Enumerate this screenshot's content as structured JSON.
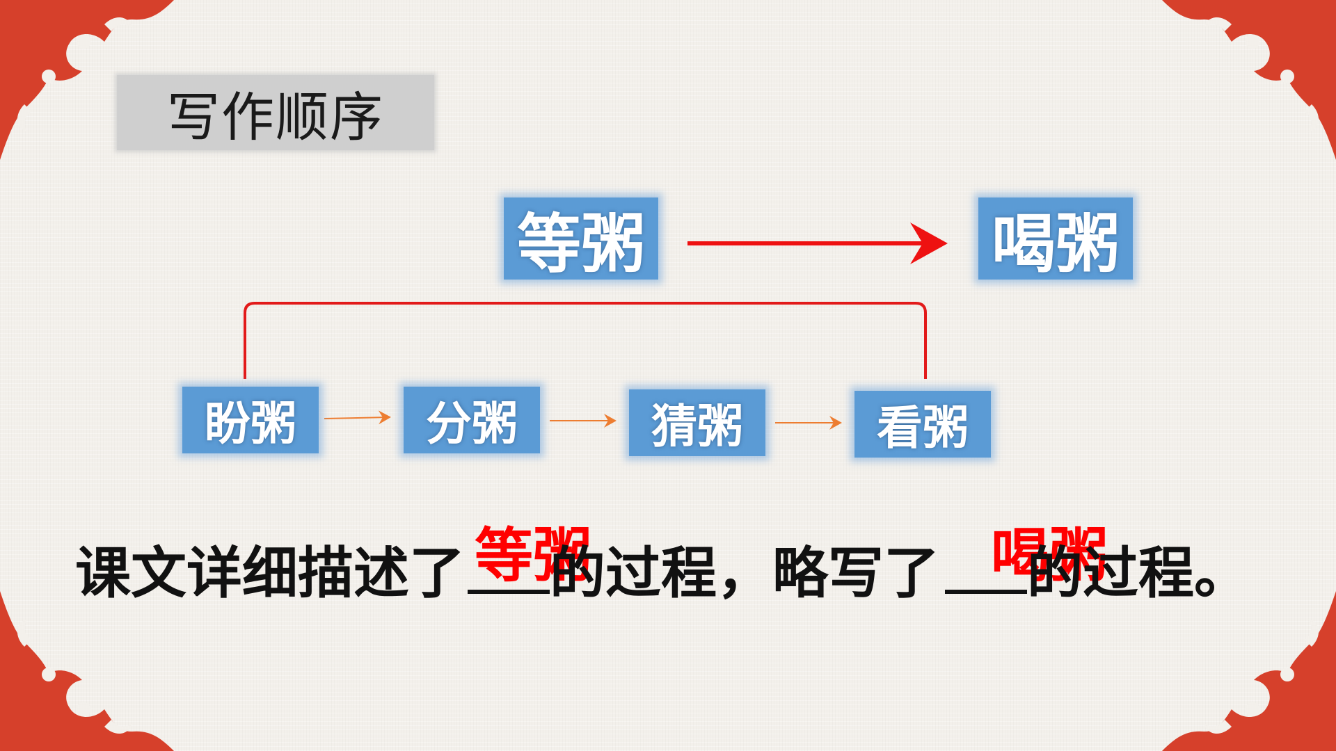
{
  "title": "写作顺序",
  "top_row": [
    {
      "id": "deng",
      "label": "等粥"
    },
    {
      "id": "he",
      "label": "喝粥"
    }
  ],
  "bottom_row": [
    {
      "id": "pan",
      "label": "盼粥"
    },
    {
      "id": "fen",
      "label": "分粥"
    },
    {
      "id": "cai",
      "label": "猜粥"
    },
    {
      "id": "kan",
      "label": "看粥"
    }
  ],
  "sentence": {
    "part1": "课文详细描述了",
    "answer1": "等粥",
    "part2": "的过程，略写了",
    "answer2": "喝粥",
    "part3": "的过程。"
  },
  "colors": {
    "node_fill": "#5b9bd5",
    "main_arrow": "#ee1111",
    "small_arrow": "#ed7d31",
    "answer_text": "#ff0000",
    "corner_ornament": "#d6402b"
  }
}
